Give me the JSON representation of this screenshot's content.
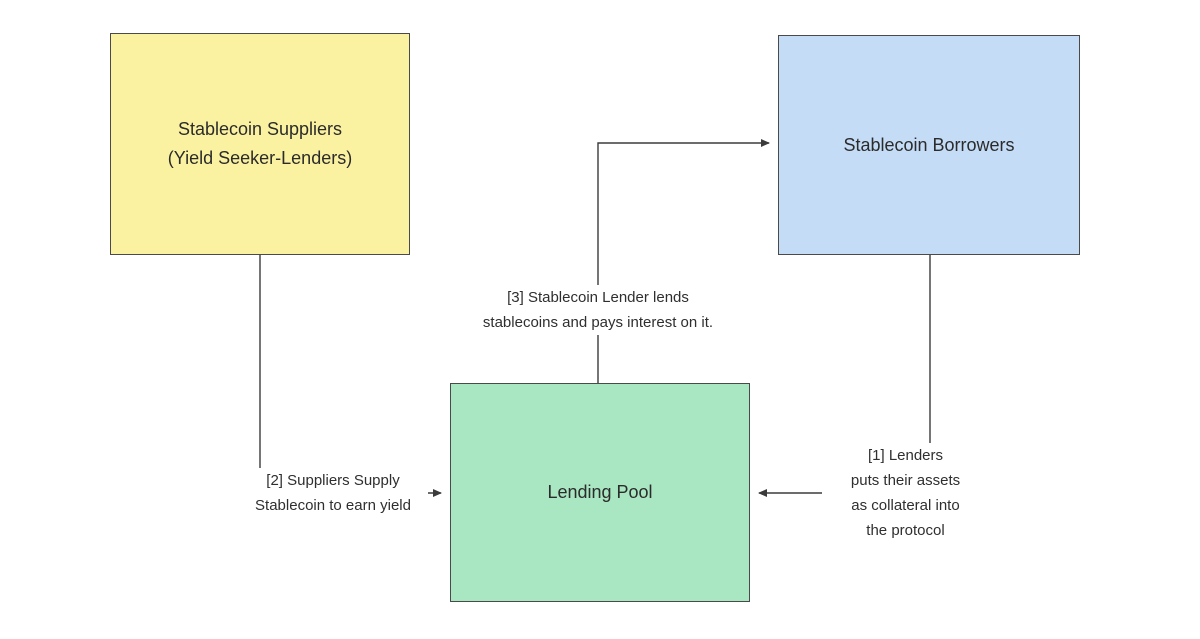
{
  "colors": {
    "background": "#ffffff",
    "line": "#3b3b3b",
    "text": "#2b2b2b",
    "suppliers_fill": "#FBF2A1",
    "borrowers_fill": "#C5DCF7",
    "pool_fill": "#A9E7C2",
    "node_border": "#4a4a4a"
  },
  "nodes": {
    "suppliers": {
      "fill": "#FBF2A1",
      "border": "#4a4a4a",
      "label_lines": [
        "Stablecoin Suppliers",
        "(Yield Seeker-Lenders)"
      ]
    },
    "borrowers": {
      "fill": "#C5DCF7",
      "border": "#4a4a4a",
      "label_lines": [
        "Stablecoin Borrowers"
      ]
    },
    "pool": {
      "fill": "#A9E7C2",
      "border": "#4a4a4a",
      "label_lines": [
        "Lending Pool"
      ]
    }
  },
  "edges": {
    "lenders_collateral": {
      "label_lines": [
        "[1] Lenders",
        "puts their assets",
        "as collateral into",
        "the protocol"
      ]
    },
    "suppliers_supply": {
      "label_lines": [
        "[2] Suppliers Supply",
        "Stablecoin to earn yield"
      ]
    },
    "lender_lends": {
      "label_lines": [
        "[3] Stablecoin Lender lends",
        "stablecoins and pays interest on it."
      ]
    }
  }
}
